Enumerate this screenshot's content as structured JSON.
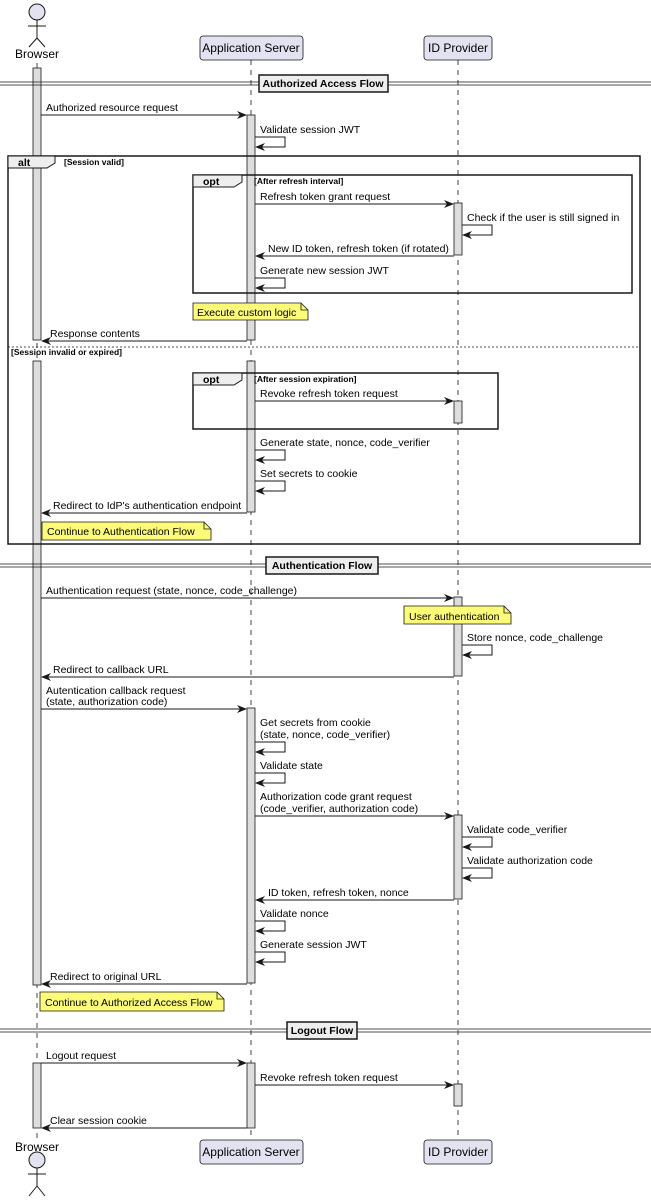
{
  "participants": {
    "browser": "Browser",
    "app_server": "Application Server",
    "id_provider": "ID Provider"
  },
  "sections": {
    "authorized_access": "Authorized Access Flow",
    "authentication": "Authentication Flow",
    "logout": "Logout Flow"
  },
  "fragments": {
    "alt_keyword": "alt",
    "alt_guard_1": "[Session valid]",
    "alt_guard_2": "[Session invalid or expired]",
    "opt_keyword": "opt",
    "opt1_guard": "[After refresh interval]",
    "opt2_guard": "[After session expiration]"
  },
  "notes": {
    "custom_logic": "Execute custom logic",
    "continue_authentication": "Continue to Authentication Flow",
    "user_authentication": "User authentication",
    "continue_authorized": "Continue to Authorized Access Flow"
  },
  "messages": {
    "m1": "Authorized resource request",
    "m2": "Validate session JWT",
    "m3": "Refresh token grant request",
    "m4": "Check if the user is still signed in",
    "m5": "New ID token, refresh token (if rotated)",
    "m6": "Generate new session JWT",
    "m7": "Response contents",
    "m8": "Revoke refresh token request",
    "m9": "Generate state, nonce, code_verifier",
    "m10": "Set secrets to cookie",
    "m11": "Redirect to IdP's authentication endpoint",
    "m12": "Authentication request (state, nonce, code_challenge)",
    "m13": "Store nonce, code_challenge",
    "m14": "Redirect to callback URL",
    "m15_line1": "Autentication callback request",
    "m15_line2": "(state, authorization code)",
    "m16_line1": "Get secrets from cookie",
    "m16_line2": "(state, nonce, code_verifier)",
    "m17": "Validate state",
    "m18_line1": "Authorization code grant request",
    "m18_line2": "(code_verifier, authorization code)",
    "m19": "Validate code_verifier",
    "m20": "Validate authorization code",
    "m21": "ID token, refresh token, nonce",
    "m22": "Validate nonce",
    "m23": "Generate session JWT",
    "m24": "Redirect to original URL",
    "m25": "Logout request",
    "m26": "Revoke refresh token request",
    "m27": "Clear session cookie"
  },
  "colors": {
    "participant_fill": "#e2e2f0",
    "participant_stroke": "#181818",
    "activation_fill": "#dddddd",
    "note_fill": "#fbfb77",
    "line": "#181818"
  }
}
